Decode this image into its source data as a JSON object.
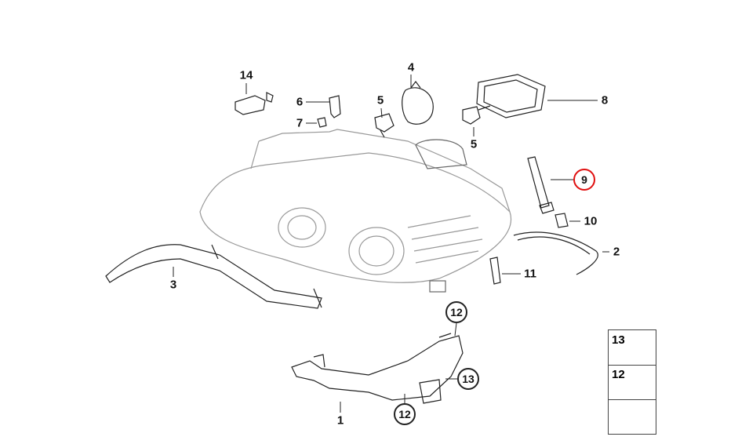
{
  "diagram": {
    "title": "Headlight parts diagram",
    "highlight_color": "#e01010",
    "callouts": [
      {
        "label": "14",
        "circled": false
      },
      {
        "label": "6",
        "circled": false
      },
      {
        "label": "7",
        "circled": false
      },
      {
        "label": "4",
        "circled": false
      },
      {
        "label": "5",
        "circled": false
      },
      {
        "label": "5",
        "circled": false
      },
      {
        "label": "8",
        "circled": false
      },
      {
        "label": "9",
        "circled": true,
        "highlighted": true
      },
      {
        "label": "10",
        "circled": false
      },
      {
        "label": "2",
        "circled": false
      },
      {
        "label": "11",
        "circled": false
      },
      {
        "label": "3",
        "circled": false
      },
      {
        "label": "12",
        "circled": true
      },
      {
        "label": "13",
        "circled": true
      },
      {
        "label": "12",
        "circled": true
      },
      {
        "label": "1",
        "circled": false
      }
    ],
    "legend": [
      {
        "label": "13",
        "icon": "clip-nut-icon"
      },
      {
        "label": "12",
        "icon": "screw-icon"
      },
      {
        "label": "",
        "icon": "arrow-icon"
      }
    ]
  }
}
